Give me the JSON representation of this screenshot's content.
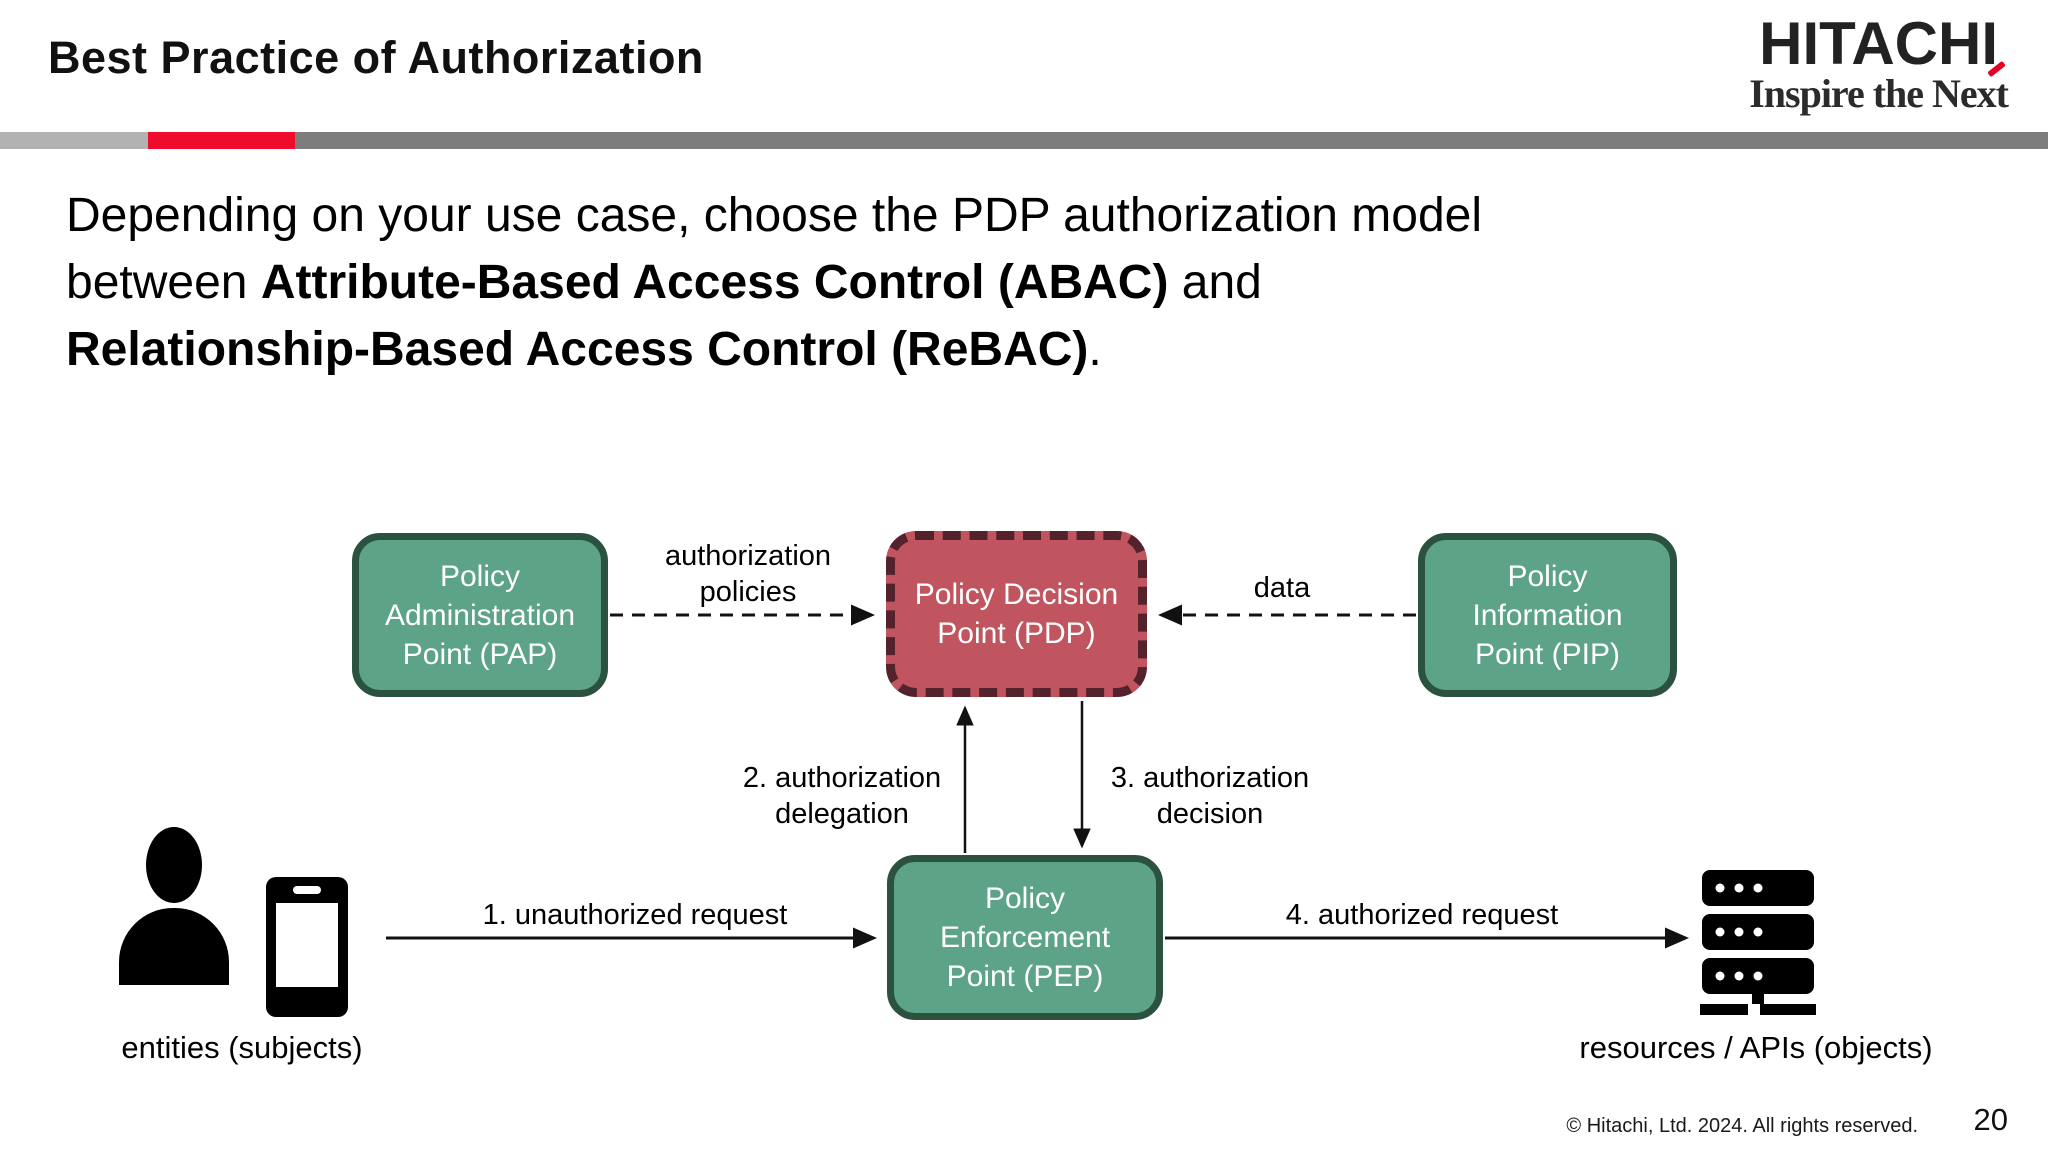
{
  "header": {
    "title": "Best Practice of Authorization"
  },
  "logo": {
    "brand": "HITACHI",
    "tagline": "Inspire the Next"
  },
  "intro": {
    "seg1": "Depending on your use case, choose the PDP authorization model between ",
    "seg2": "Attribute-Based Access Control (ABAC)",
    "seg3": " and ",
    "seg4": "Relationship-Based Access Control (ReBAC)",
    "seg5": "."
  },
  "diagram": {
    "pap": "Policy Administration Point (PAP)",
    "pdp": "Policy Decision Point (PDP)",
    "pip": "Policy Information Point (PIP)",
    "pep": "Policy Enforcement Point (PEP)",
    "label_policies": "authorization policies",
    "label_data": "data",
    "label_delegation": "2. authorization delegation",
    "label_decision": "3. authorization decision",
    "label_unauthorized": "1. unauthorized request",
    "label_authorized": "4. authorized request",
    "label_entities": "entities (subjects)",
    "label_resources": "resources / APIs (objects)"
  },
  "footer": {
    "copyright": "© Hitachi, Ltd. 2024. All rights reserved.",
    "page": "20"
  },
  "colors": {
    "hitachi_red": "#e60027",
    "bar_light_gray": "#b2b2b2",
    "bar_dark_gray": "#7d7d7d",
    "box_green": "#5ca387",
    "box_green_border": "#2a523f",
    "box_red": "#c05560",
    "box_red_border": "#54222d",
    "arrow_black": "#111111"
  }
}
